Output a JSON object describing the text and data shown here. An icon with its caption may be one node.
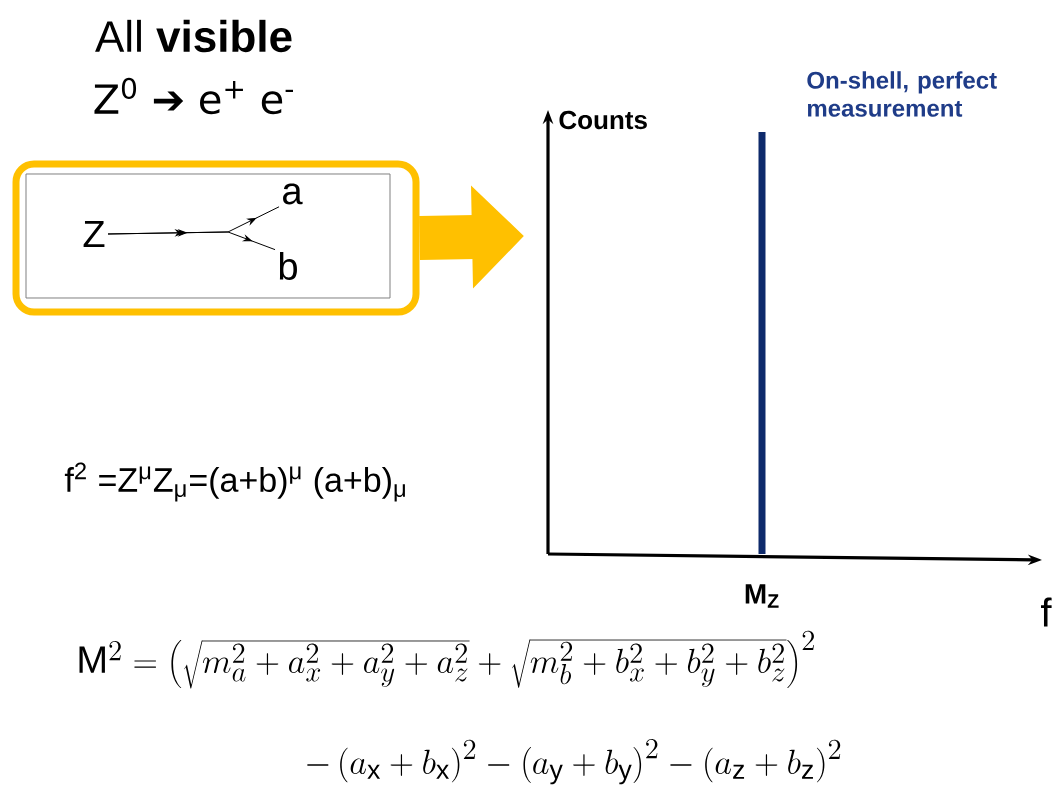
{
  "diagram": {
    "title": "All **visible**",
    "nodes": [
      {
        "text": [],
        "shape": "box"
      },
      {
        "text": [
          "Z"
        ],
        "in": 0
      },
      {
        "text": [
          "a"
        ],
        "in": 0
      },
      {
        "text": [
          "b"
        ],
        "in": 0
      }
    ],
    "edges": [
      {
        "from": 1,
        "to": 2,
        "arrow": "to"
      },
      {
        "from": 1,
        "to": 3,
        "arrow": "to"
      },
      {
        "from": 0,
        "to": null,
        "arrow": "to",
        "style": "thick",
        "color": "#ffc000"
      }
    ],
    "labels": [
      "Z$^{0}$ ➔ e$^{+}$ e$^{-}$",
      "Counts",
      "On-shell, perfect measurement",
      "f$^{2}$ =Z$^{μ}$Z$_{μ}$=(a+b)$^{μ}$ (a+b)$_{μ}$",
      "M$_{Z}$",
      "f",
      "\\mathrm{M}^{2} = \\left(\\sqrt{m_a^2+a_x^2+a_y^2+a_z^2}+\\sqrt{m_b^2+b_x^2+b_y^2+b_z^2}\\right)^{2}",
      "-\\left(a_\\mathrm{x}+b_\\mathrm{x}\\right)^{2}-\\left(a_\\mathrm{y}+b_\\mathrm{y}\\right)^{2}-\\left(a_\\mathrm{z}+b_\\mathrm{z}\\right)^{2}"
    ]
  }
}
